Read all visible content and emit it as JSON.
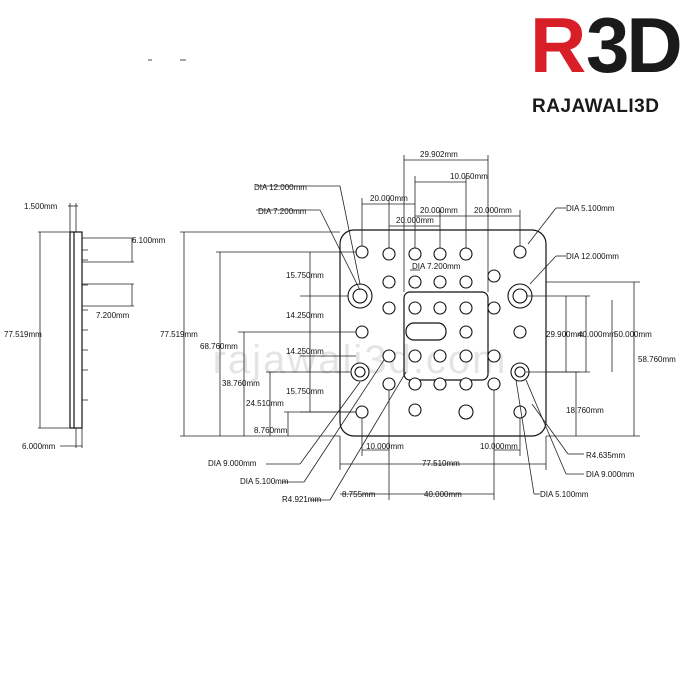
{
  "logo": {
    "mark_r": "R",
    "mark_3d": "3D",
    "brand": "RAJAWALI3D"
  },
  "watermark": "rajawali3d.com",
  "side_view": {
    "labels": [
      "1.500mm",
      "6.100mm",
      "7.200mm",
      "77.519mm",
      "6.000mm"
    ]
  },
  "top_labels": [
    "29.902mm",
    "10.050mm",
    "20.000mm",
    "20.000mm",
    "20.000mm",
    "20.000mm"
  ],
  "left_labels": [
    "DIA 12.000mm",
    "DIA 7.200mm",
    "77.519mm",
    "68.760mm",
    "38.760mm",
    "24.510mm",
    "8.760mm",
    "15.750mm",
    "14.250mm",
    "14.250mm",
    "15.750mm",
    "DIA 9.000mm",
    "DIA 5.100mm",
    "R4.921mm"
  ],
  "center_labels": [
    "DIA 7.200mm",
    "10.000mm",
    "77.510mm",
    "10.000mm",
    "8.755mm",
    "40.000mm"
  ],
  "right_labels": [
    "DIA 5.100mm",
    "DIA 12.000mm",
    "29.900mm",
    "40.000mm",
    "50.000mm",
    "58.760mm",
    "18.760mm",
    "R4.635mm",
    "DIA 9.000mm",
    "DIA 5.100mm"
  ]
}
